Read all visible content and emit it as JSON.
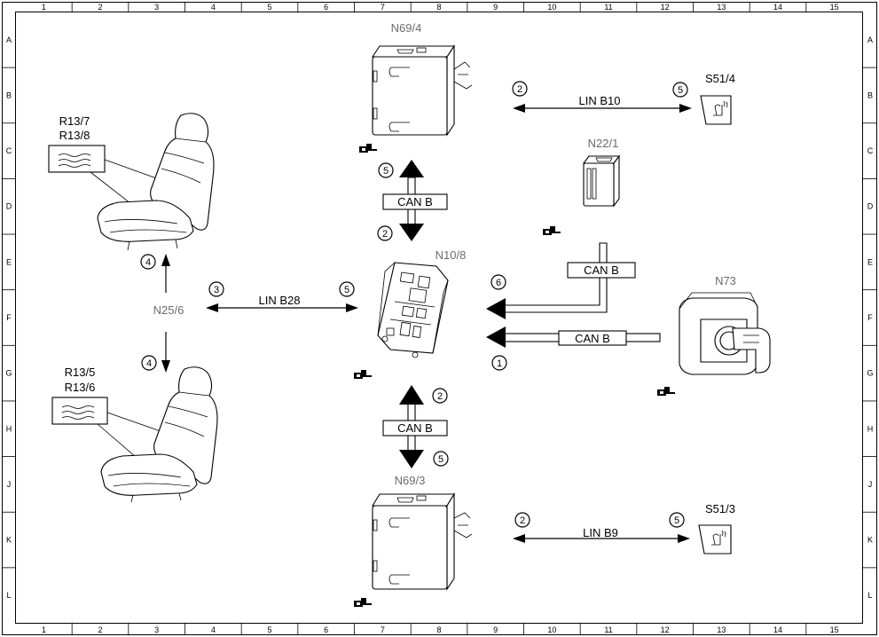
{
  "grid": {
    "columns": [
      "1",
      "2",
      "3",
      "4",
      "5",
      "6",
      "7",
      "8",
      "9",
      "10",
      "11",
      "12",
      "13",
      "14",
      "15"
    ],
    "rows": [
      "A",
      "B",
      "C",
      "D",
      "E",
      "F",
      "G",
      "H",
      "J",
      "K",
      "L"
    ]
  },
  "components": {
    "n69_4": "N69/4",
    "n69_3": "N69/3",
    "n10_8": "N10/8",
    "n22_1": "N22/1",
    "n73": "N73",
    "n25_6": "N25/6",
    "s51_4": "S51/4",
    "s51_3": "S51/3",
    "r13_7": "R13/7",
    "r13_8": "R13/8",
    "r13_5": "R13/5",
    "r13_6": "R13/6"
  },
  "buses": {
    "lin_b10": "LIN B10",
    "lin_b9": "LIN B9",
    "lin_b28": "LIN B28",
    "can_b": "CAN B"
  },
  "markers": {
    "top_upper": "5",
    "top_lower": "2",
    "bottom_upper": "2",
    "bottom_lower": "5",
    "lin_b10_left": "2",
    "lin_b10_right": "5",
    "lin_b9_left": "2",
    "lin_b9_right": "5",
    "lin_b28_left": "3",
    "lin_b28_right": "5",
    "seat_upper": "4",
    "seat_lower": "4",
    "can_n22": "6",
    "can_n73": "1"
  }
}
